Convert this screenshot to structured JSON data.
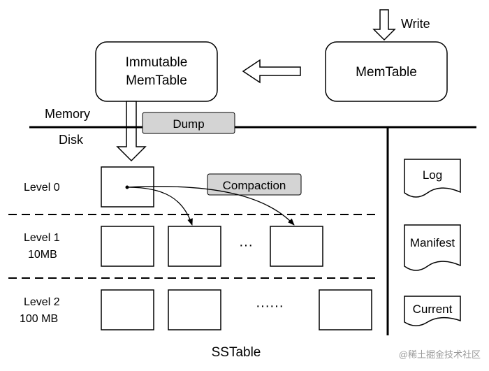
{
  "labels": {
    "write": "Write",
    "memtable": "MemTable",
    "immutable_line1": "Immutable",
    "immutable_line2": "MemTable",
    "memory": "Memory",
    "disk": "Disk",
    "dump": "Dump",
    "compaction": "Compaction",
    "sstable": "SSTable",
    "watermark": "@稀土掘金技术社区"
  },
  "levels": [
    {
      "name": "Level 0",
      "size": ""
    },
    {
      "name": "Level 1",
      "size": "10MB",
      "ellipsis": "···"
    },
    {
      "name": "Level 2",
      "size": "100 MB",
      "ellipsis": "······"
    }
  ],
  "files": [
    "Log",
    "Manifest",
    "Current"
  ],
  "colors": {
    "stroke": "#000000",
    "tag_fill": "#d4d4d4",
    "background": "#ffffff"
  }
}
